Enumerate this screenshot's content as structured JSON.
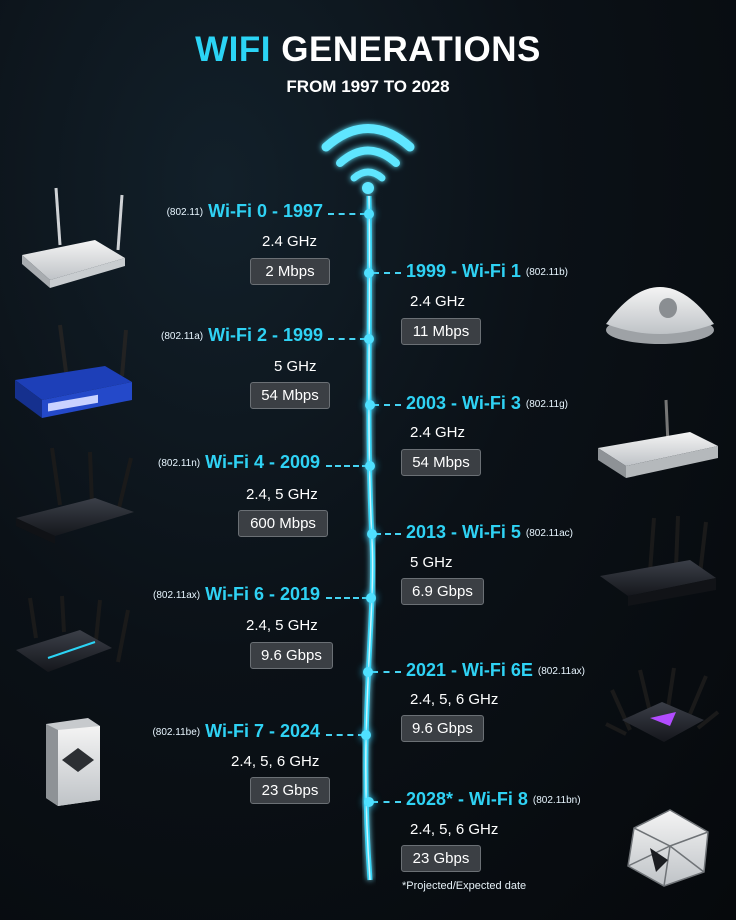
{
  "header": {
    "title_highlight": "WIFI",
    "title_rest": "GENERATIONS",
    "subtitle": "FROM 1997 TO 2028"
  },
  "timeline": {
    "accent_color": "#2fd2f4",
    "left": [
      {
        "std": "(802.11)",
        "name": "Wi-Fi 0 - 1997",
        "freq": "2.4 GHz",
        "speed": "2 Mbps"
      },
      {
        "std": "(802.11a)",
        "name": "Wi-Fi 2 - 1999",
        "freq": "5 GHz",
        "speed": "54 Mbps"
      },
      {
        "std": "(802.11n)",
        "name": "Wi-Fi 4 - 2009",
        "freq": "2.4, 5 GHz",
        "speed": "600 Mbps"
      },
      {
        "std": "(802.11ax)",
        "name": "Wi-Fi 6 - 2019",
        "freq": "2.4, 5 GHz",
        "speed": "9.6 Gbps"
      },
      {
        "std": "(802.11be)",
        "name": "Wi-Fi 7 - 2024",
        "freq": "2.4, 5, 6 GHz",
        "speed": "23 Gbps"
      }
    ],
    "right": [
      {
        "std": "(802.11b)",
        "name": "1999 - Wi-Fi 1",
        "freq": "2.4 GHz",
        "speed": "11 Mbps"
      },
      {
        "std": "(802.11g)",
        "name": "2003 - Wi-Fi 3",
        "freq": "2.4 GHz",
        "speed": "54 Mbps"
      },
      {
        "std": "(802.11ac)",
        "name": "2013 - Wi-Fi 5",
        "freq": "5 GHz",
        "speed": "6.9 Gbps"
      },
      {
        "std": "(802.11ax)",
        "name": "2021 - Wi-Fi 6E",
        "freq": "2.4, 5, 6 GHz",
        "speed": "9.6 Gbps"
      },
      {
        "std": "(802.11bn)",
        "name": "2028* - Wi-Fi 8",
        "freq": "2.4, 5, 6 GHz",
        "speed": "23 Gbps"
      }
    ]
  },
  "footnote": "*Projected/Expected date",
  "icons": [
    "wifi-signal-icon",
    "router-icon"
  ]
}
